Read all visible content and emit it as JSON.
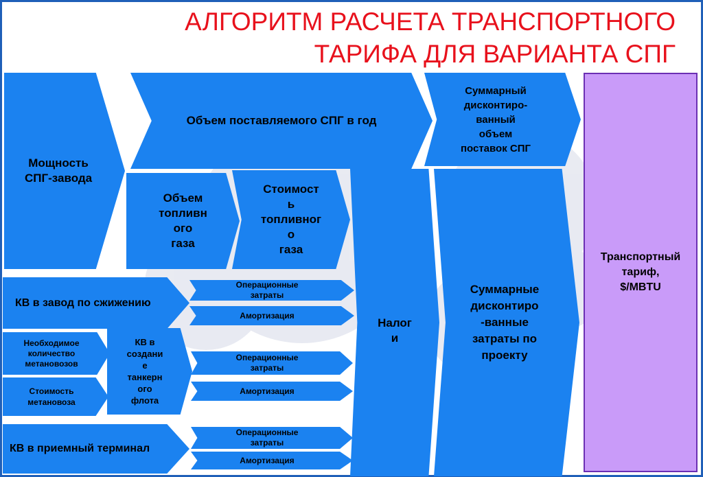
{
  "title_line1": "АЛГОРИТМ РАСЧЕТА ТРАНСПОРТНОГО",
  "title_line2": "ТАРИФА ДЛЯ ВАРИАНТА СПГ",
  "colors": {
    "accent": "#1b82f0",
    "outline": "#1f5fb8",
    "purple": "#c99bf9",
    "title": "#e8111c"
  },
  "nodes": {
    "capacity": "Мощность\nСПГ-завода",
    "volume_year": "Объем поставляемого СПГ в год",
    "discounted_volume": "Суммарный\nдисконтиро-\nванный\nобъем\nпоставок СПГ",
    "fuel_gas_volume": "Объем\nтопливн\nого\nгаза",
    "fuel_gas_cost": "Стоимост\nь\nтопливног\nо\nгаза",
    "taxes": "Налог\nи",
    "discounted_costs": "Суммарные\nдисконтиро\n-ванные\nзатраты по\nпроекту",
    "tariff": "Транспортный\nтариф,\n$/MBTU",
    "kv_plant": "КВ в завод по сжижению",
    "opex_1": "Операционные\nзатраты",
    "amort_1": "Амортизация",
    "num_carriers": "Необходимое\nколичество\nметановозов",
    "carrier_cost": "Стоимость\nметановоза",
    "kv_fleet": "КВ в\nсоздани\nе\nтанкерн\nого\nфлота",
    "opex_2": "Операционные\nзатраты",
    "amort_2": "Амортизация",
    "kv_terminal": "КВ в приемный терминал",
    "opex_3": "Операционные\nзатраты",
    "amort_3": "Амортизация"
  }
}
